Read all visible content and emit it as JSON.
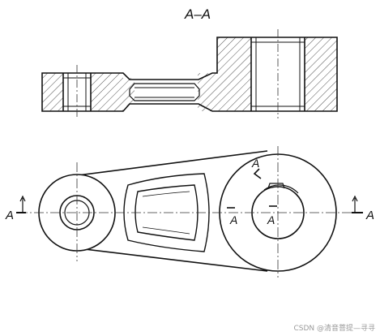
{
  "section": {
    "title": "A–A"
  },
  "labels": {
    "cut_left": "A",
    "cut_right": "A",
    "inner_a1": "A",
    "inner_a2": "A",
    "inner_a3": "A"
  },
  "watermark": "CSDN @清音菩提—寻寻",
  "colors": {
    "ink": "#111111",
    "centerline": "#333333",
    "background": "#ffffff"
  }
}
